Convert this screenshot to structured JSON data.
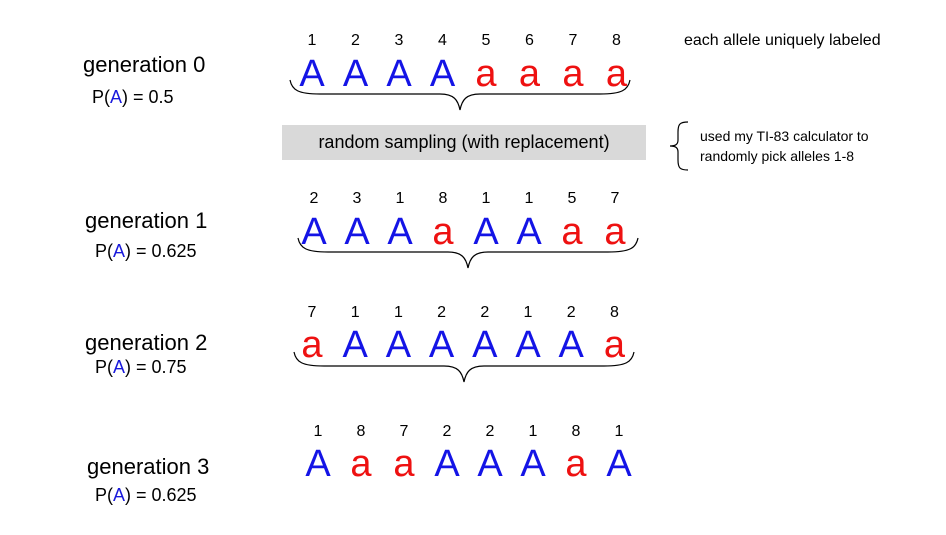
{
  "note_top": "each allele uniquely labeled",
  "sampling_label": "random sampling (with replacement)",
  "note_side": {
    "line1": "used my TI-83 calculator to",
    "line2": "randomly pick alleles 1-8"
  },
  "generations": [
    {
      "title": "generation 0",
      "p_prefix": "P(",
      "p_allele": "A",
      "p_suffix": ") = 0.5",
      "labels": [
        "1",
        "2",
        "3",
        "4",
        "5",
        "6",
        "7",
        "8"
      ],
      "alleles": [
        "A",
        "A",
        "A",
        "A",
        "a",
        "a",
        "a",
        "a"
      ]
    },
    {
      "title": "generation 1",
      "p_prefix": "P(",
      "p_allele": "A",
      "p_suffix": ") = 0.625",
      "labels": [
        "2",
        "3",
        "1",
        "8",
        "1",
        "1",
        "5",
        "7"
      ],
      "alleles": [
        "A",
        "A",
        "A",
        "a",
        "A",
        "A",
        "a",
        "a"
      ]
    },
    {
      "title": "generation 2",
      "p_prefix": "P(",
      "p_allele": "A",
      "p_suffix": ") = 0.75",
      "labels": [
        "7",
        "1",
        "1",
        "2",
        "2",
        "1",
        "2",
        "8"
      ],
      "alleles": [
        "a",
        "A",
        "A",
        "A",
        "A",
        "A",
        "A",
        "a"
      ]
    },
    {
      "title": "generation 3",
      "p_prefix": "P(",
      "p_allele": "A",
      "p_suffix": ") = 0.625",
      "labels": [
        "1",
        "8",
        "7",
        "2",
        "2",
        "1",
        "8",
        "1"
      ],
      "alleles": [
        "A",
        "a",
        "a",
        "A",
        "A",
        "A",
        "a",
        "A"
      ]
    }
  ],
  "colors": {
    "allele_A": "#1414e6",
    "allele_a": "#ee1111",
    "sampling_box": "#d9d9d9"
  }
}
